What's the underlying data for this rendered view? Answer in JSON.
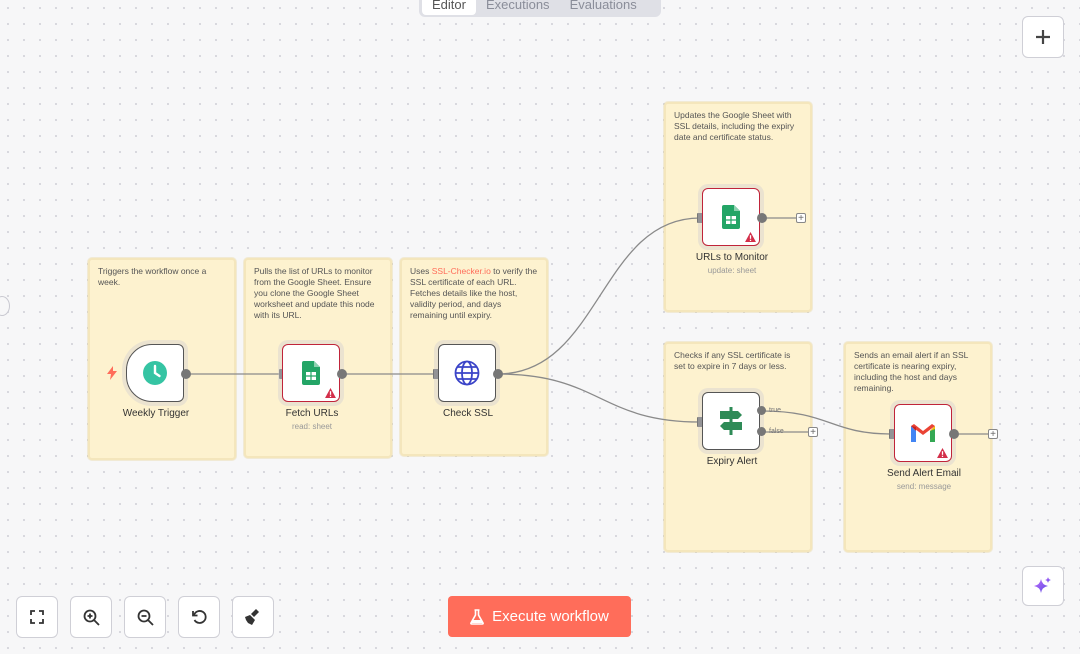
{
  "tabs": [
    {
      "label": "Editor",
      "active": true
    },
    {
      "label": "Executions",
      "active": false
    },
    {
      "label": "Evaluations",
      "active": false
    }
  ],
  "notes": [
    {
      "text": "Triggers the workflow once a week."
    },
    {
      "text": "Pulls the list of URLs to monitor from the Google Sheet. Ensure you clone the Google Sheet worksheet and update this node with its URL."
    },
    {
      "prefix": "Uses ",
      "link": "SSL-Checker.io",
      "suffix": " to verify the SSL certificate of each URL. Fetches details like the host, validity period, and days remaining until expiry."
    },
    {
      "text": "Updates the Google Sheet with SSL details, including the expiry date and certificate status."
    },
    {
      "text": "Checks if any SSL certificate is set to expire in 7 days or less."
    },
    {
      "text": "Sends an email alert if an SSL certificate is nearing expiry, including the host and days remaining."
    }
  ],
  "nodes": {
    "weekly_trigger": {
      "label": "Weekly Trigger",
      "icon": "clock-icon"
    },
    "fetch_urls": {
      "label": "Fetch URLs",
      "subtitle": "read: sheet",
      "icon": "google-sheets-icon",
      "warning": true
    },
    "check_ssl": {
      "label": "Check SSL",
      "icon": "globe-icon"
    },
    "urls_to_monitor": {
      "label": "URLs to Monitor",
      "subtitle": "update: sheet",
      "icon": "google-sheets-icon",
      "warning": true
    },
    "expiry_alert": {
      "label": "Expiry Alert",
      "icon": "signpost-icon",
      "branches": [
        "true",
        "false"
      ]
    },
    "send_alert_email": {
      "label": "Send Alert Email",
      "subtitle": "send: message",
      "icon": "gmail-icon",
      "warning": true
    }
  },
  "toolbar": {
    "execute_label": "Execute workflow",
    "buttons": [
      "fit-view-icon",
      "zoom-in-icon",
      "zoom-out-icon",
      "reset-zoom-icon",
      "tidy-up-icon"
    ]
  },
  "colors": {
    "accent": "#ff6d5a",
    "note_bg": "#fdf2cf",
    "error_border": "#c0243a",
    "sheets_green": "#23a566",
    "trigger_teal": "#35c4a3",
    "globe_blue": "#3b44c8",
    "if_green": "#2e8b57"
  }
}
